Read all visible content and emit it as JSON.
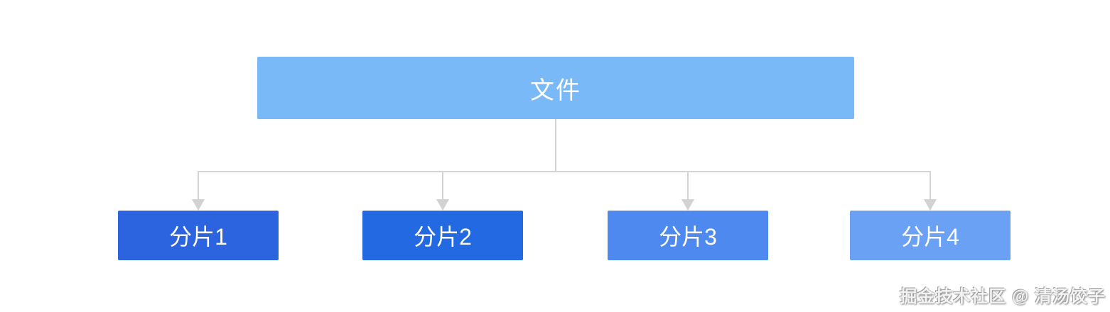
{
  "diagram": {
    "root": {
      "label": "文件",
      "color": "#7ab9f7",
      "text_color": "#ffffff"
    },
    "children": [
      {
        "label": "分片1",
        "color": "#2c63de"
      },
      {
        "label": "分片2",
        "color": "#2369e1"
      },
      {
        "label": "分片3",
        "color": "#4d89ee"
      },
      {
        "label": "分片4",
        "color": "#6ba1f4"
      }
    ],
    "connector_color": "#d4d4d4",
    "arrowhead_color": "#d2d2d2"
  },
  "watermark": {
    "text": "掘金技术社区 @ 清汤饺子"
  }
}
